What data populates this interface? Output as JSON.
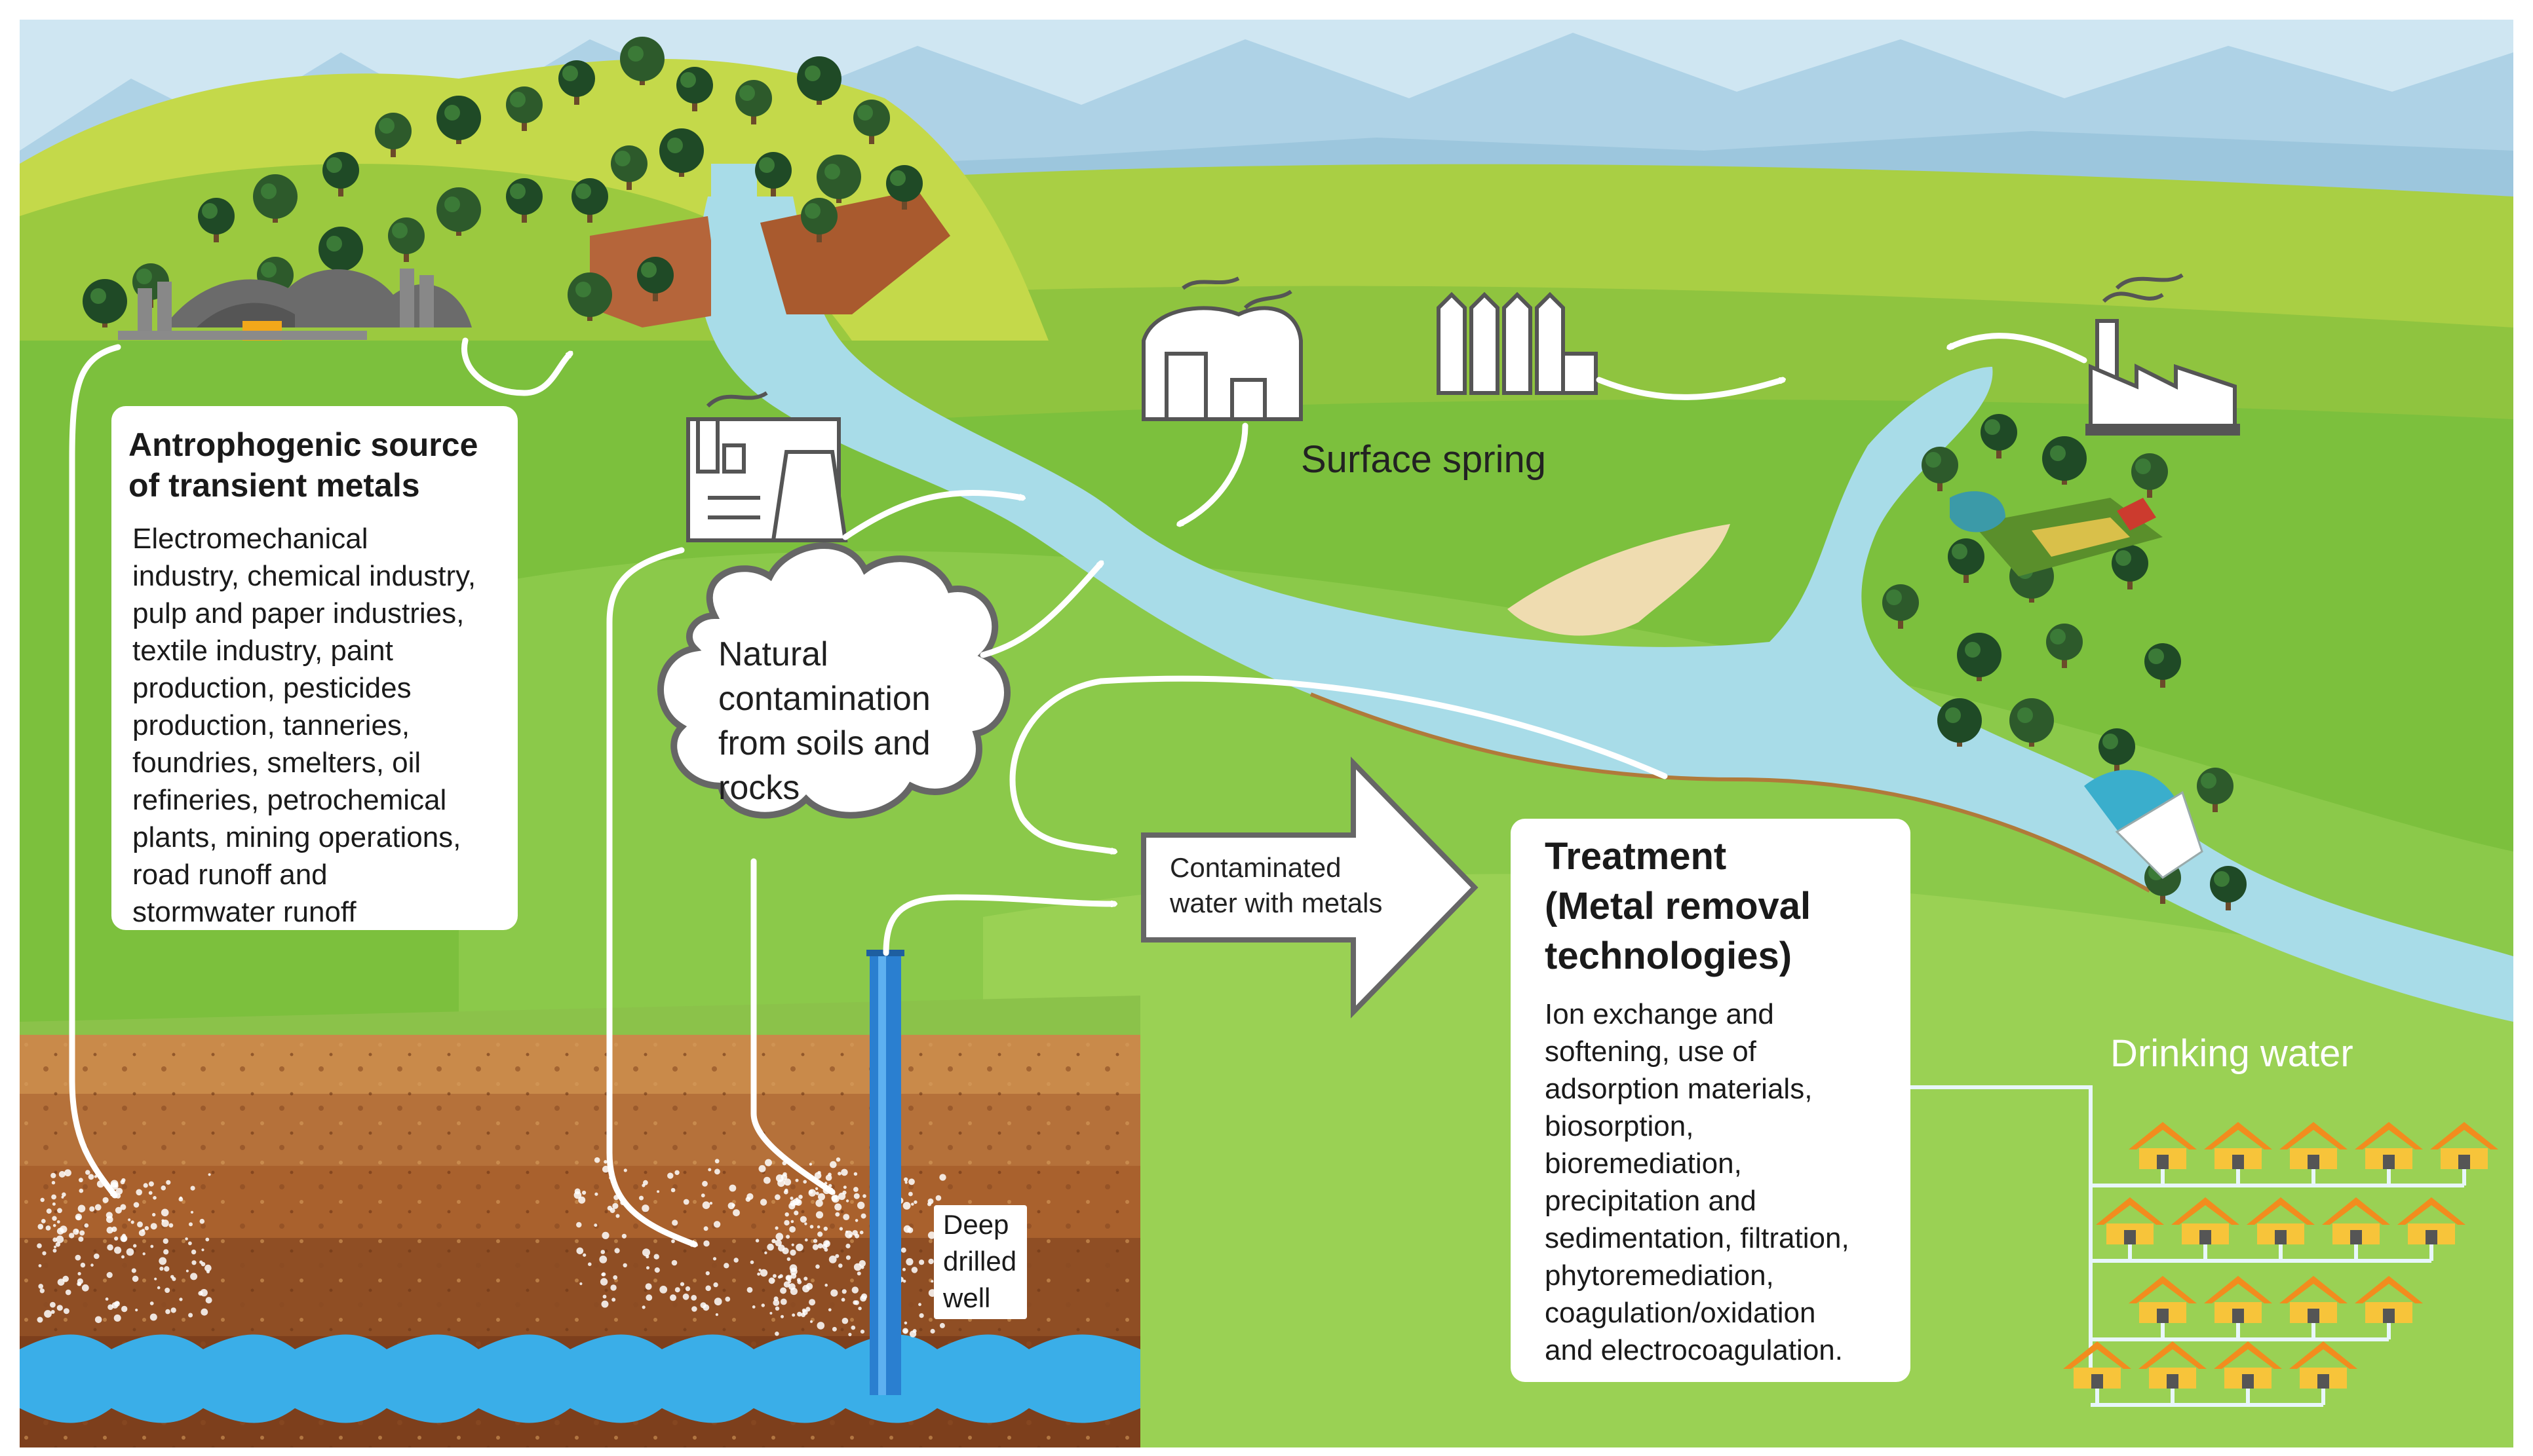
{
  "source_box": {
    "title_line1": "Antrophogenic source",
    "title_line2": "of transient metals",
    "body_lines": [
      "Electromechanical",
      "industry, chemical industry,",
      "pulp and paper industries,",
      "textile industry, paint",
      "production, pesticides",
      "production, tanneries,",
      "foundries, smelters, oil",
      "refineries, petrochemical",
      "plants, mining operations,",
      "road runoff and",
      "stormwater runoff"
    ]
  },
  "natural": {
    "lines": [
      "Natural",
      "contamination",
      "from soils and",
      "rocks"
    ]
  },
  "arrow_label": {
    "lines": [
      "Contaminated",
      "water with metals"
    ]
  },
  "treatment_box": {
    "title_lines": [
      "Treatment",
      "(Metal removal",
      "technologies)"
    ],
    "body_lines": [
      "Ion exchange and",
      "softening, use of",
      "adsorption materials,",
      "biosorption,",
      "bioremediation,",
      "precipitation and",
      "sedimentation, filtration,",
      "phytoremediation,",
      "coagulation/oxidation",
      "and electrocoagulation."
    ]
  },
  "surface_spring": "Surface spring",
  "drinking_water": "Drinking water",
  "well_lines": [
    "Deep",
    "drilled",
    "well"
  ],
  "colors": {
    "sky": "#cfe6f2",
    "mountain": "#a8cde2",
    "hill_light": "#c4d94a",
    "hill_mid": "#8fc43f",
    "grass": "#7cc03d",
    "river": "#a8dce8",
    "soil_light": "#c98a4a",
    "soil_mid": "#a9612d",
    "soil_dark": "#7d3f1c",
    "water_table": "#3aaee8",
    "well_pipe": "#2a7fd0",
    "house_roof": "#f28c1e",
    "house_wall": "#f7c43a",
    "cloud_stroke": "#666666"
  },
  "houses": {
    "rows": [
      5,
      5,
      4,
      4
    ]
  }
}
